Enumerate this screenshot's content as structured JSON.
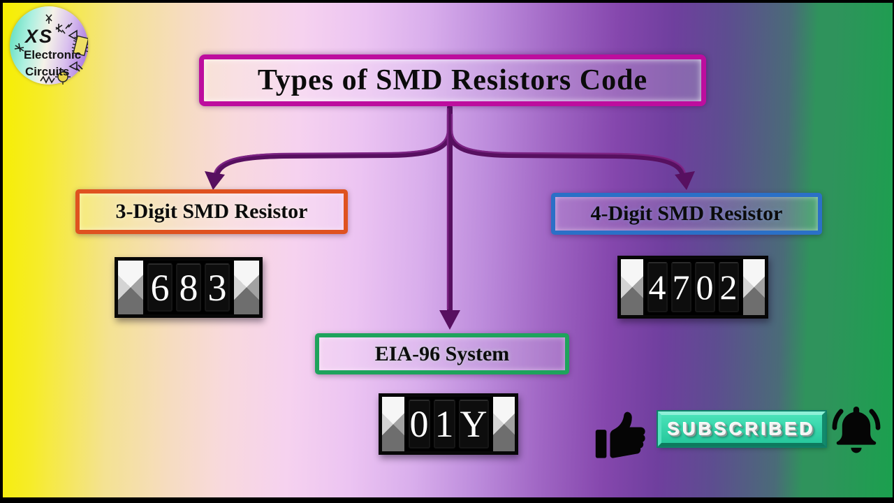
{
  "logo": {
    "brand_x": "XS",
    "brand_line1": "Electronic",
    "brand_line2": "Circuits"
  },
  "title": {
    "text": "Types of SMD Resistors Code",
    "border_color": "#bd0d9e"
  },
  "diagram": {
    "arrow_color": "#571060",
    "branches": {
      "three_digit": {
        "label": "3-Digit SMD Resistor",
        "border_color": "#df5220",
        "code": "683",
        "digits": [
          "6",
          "8",
          "3"
        ]
      },
      "four_digit": {
        "label": "4-Digit SMD Resistor",
        "border_color": "#2b70c7",
        "code": "4702",
        "digits": [
          "4",
          "7",
          "0",
          "2"
        ]
      },
      "eia96": {
        "label": "EIA-96 System",
        "border_color": "#1ea35c",
        "code": "01Y",
        "digits": [
          "0",
          "1",
          "Y"
        ]
      }
    }
  },
  "footer": {
    "subscribed_label": "SUBSCRIBED",
    "subscribed_color": "#2fd3a8",
    "like_icon": "thumbs-up",
    "bell_icon": "notification-bell"
  },
  "background": {
    "gradient": [
      "#f6ee01",
      "#f4e292",
      "#f8d9dd",
      "#ecc4f2",
      "#bd8cdc",
      "#8547ad",
      "#5d4d90",
      "#4a6b78",
      "#1ba04e"
    ]
  }
}
